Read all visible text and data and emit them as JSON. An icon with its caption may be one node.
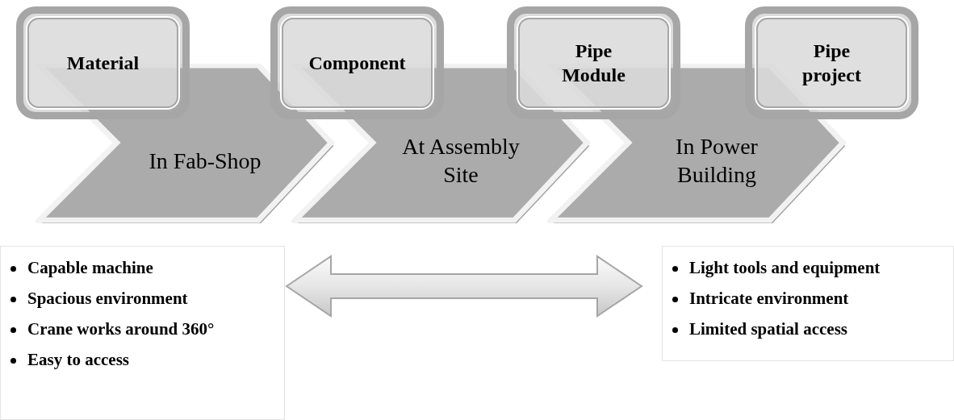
{
  "diagram": {
    "nodes": [
      {
        "text": [
          "Material"
        ]
      },
      {
        "text": [
          "Component"
        ]
      },
      {
        "text": [
          "Pipe Module"
        ]
      },
      {
        "text": [
          "Pipe project"
        ]
      },
      {
        "text": [
          "In Fab-Shop"
        ]
      },
      {
        "text": [
          "At Assembly Site"
        ]
      },
      {
        "text": [
          "In Power Building"
        ]
      },
      {
        "text": [
          "Capable machine",
          "Spacious environment",
          "Crane works around 360°",
          "Easy to access"
        ]
      },
      {
        "text": [
          "Light tools and equipment",
          "Intricate environment",
          "Limited spatial access"
        ]
      }
    ],
    "edges": [
      {
        "from": 7,
        "to": 8,
        "arrow": "both",
        "style": "thick"
      }
    ]
  }
}
